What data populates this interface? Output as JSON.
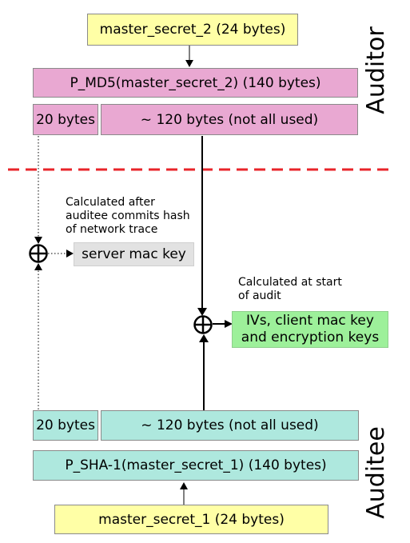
{
  "auditor": {
    "label": "Auditor",
    "master_secret": "master_secret_2 (24 bytes)",
    "prf": "P_MD5(master_secret_2) (140 bytes)",
    "first_bytes": "20 bytes",
    "rest_bytes": "~ 120 bytes (not all used)"
  },
  "auditee": {
    "label": "Auditee",
    "master_secret": "master_secret_1 (24 bytes)",
    "prf": "P_SHA-1(master_secret_1) (140 bytes)",
    "first_bytes": "20 bytes",
    "rest_bytes": "~ 120 bytes (not all used)"
  },
  "notes": {
    "after_commit": [
      "Calculated after",
      "auditee commits hash",
      "of network trace"
    ],
    "at_start": [
      "Calculated at start",
      "of audit"
    ]
  },
  "outputs": {
    "server_mac_key": "server mac key",
    "client_keys": [
      "IVs, client mac key",
      "and encryption keys"
    ]
  },
  "colors": {
    "yellow": "#ffffa6",
    "pink": "#e9a8d2",
    "teal": "#aee8de",
    "grey": "#e2e2e2",
    "green": "#9df09a",
    "divider": "#e8242a"
  },
  "icons": {
    "xor": "circle-plus-icon"
  }
}
